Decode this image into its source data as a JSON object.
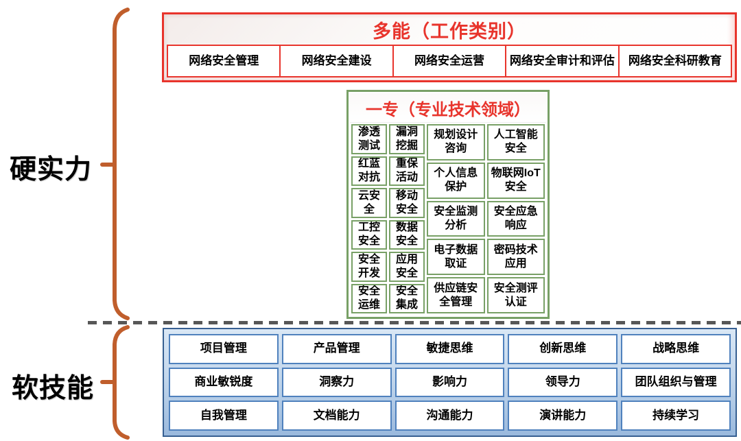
{
  "labels": {
    "hard": "硬实力",
    "soft": "软技能"
  },
  "multi_skill": {
    "title": "多能（工作类别）",
    "items": [
      "网络安全管理",
      "网络安全建设",
      "网络安全运营",
      "网络安全审计和评估",
      "网络安全科研教育"
    ]
  },
  "specialty": {
    "title": "一专（专业技术领域）",
    "col1": [
      "渗透测试",
      "红蓝对抗",
      "云安全",
      "工控安全",
      "安全开发",
      "安全运维"
    ],
    "col2": [
      "漏洞挖掘",
      "重保活动",
      "移动安全",
      "数据安全",
      "应用安全",
      "安全集成"
    ],
    "col3": [
      "规划设计咨询",
      "个人信息保护",
      "安全监测分析",
      "电子数据取证",
      "供应链安全管理"
    ],
    "col4": [
      "人工智能安全",
      "物联网IoT安全",
      "安全应急响应",
      "密码技术应用",
      "安全测评认证"
    ]
  },
  "soft_skills": {
    "rows": [
      [
        "项目管理",
        "产品管理",
        "敏捷思维",
        "创新思维",
        "战略思维"
      ],
      [
        "商业敏锐度",
        "洞察力",
        "影响力",
        "领导力",
        "团队组织与管理"
      ],
      [
        "自我管理",
        "文档能力",
        "沟通能力",
        "演讲能力",
        "持续学习"
      ]
    ]
  },
  "colors": {
    "red": "#e8342c",
    "green": "#78a066",
    "blue_border": "#4f81bd",
    "blue_dark": "#365f91",
    "brace": "#c05e2c",
    "dash": "#575757"
  }
}
